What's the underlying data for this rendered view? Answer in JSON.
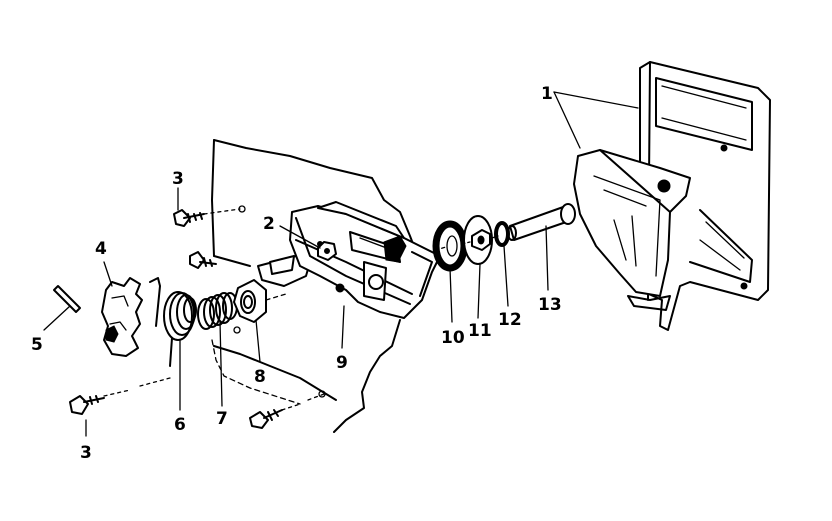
{
  "diagram": {
    "labels": {
      "p1": "1",
      "p2": "2",
      "p3a": "3",
      "p3b": "3",
      "p4": "4",
      "p5": "5",
      "p6": "6",
      "p7": "7",
      "p8": "8",
      "p9": "9",
      "p10": "10",
      "p11": "11",
      "p12": "12",
      "p13": "13"
    }
  }
}
